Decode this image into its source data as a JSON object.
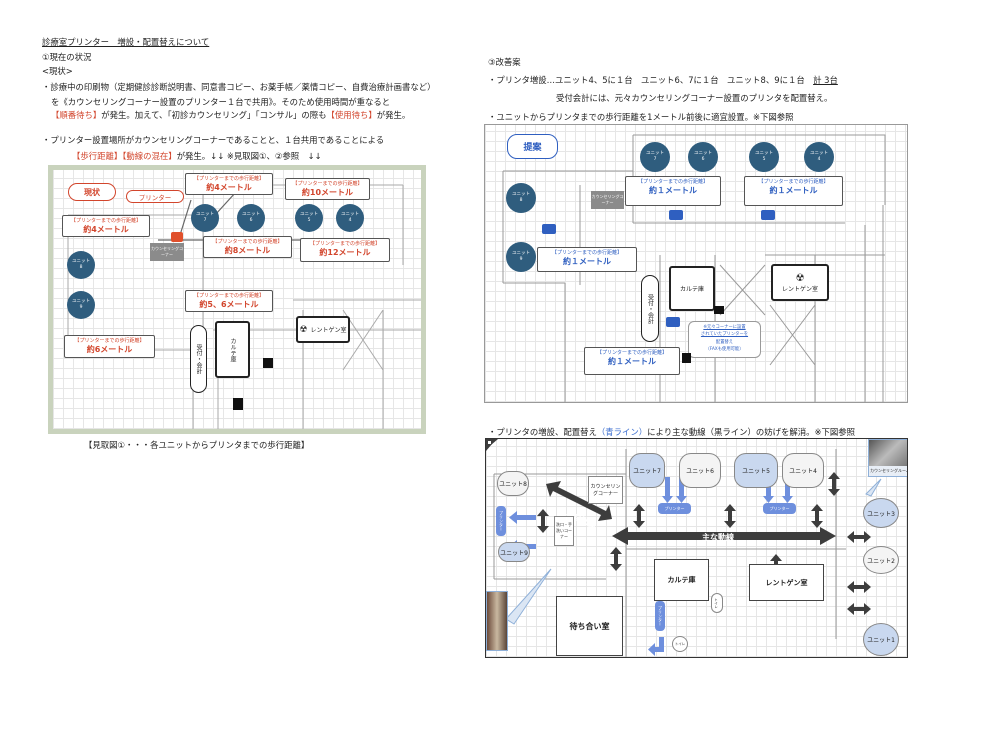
{
  "title": "診療室プリンター　増設・配置替えについて",
  "left": {
    "section1": "①現在の状況",
    "sub": "<現状>",
    "p1_line1": "・診療中の印刷物（定期健診診断説明書、同意書コピー、お薬手帳／薬情コピー、自費治療計画書など）",
    "p1_line2": "を《カウンセリングコーナー設置のプリンター１台で共用》。そのため使用時間が重なると",
    "p1_line3a": "【順番待ち】",
    "p1_line3b": "が発生。加えて、「初診カウンセリング」「コンサル」の際も",
    "p1_line3c": "【使用待ち】",
    "p1_line3d": "が発生。",
    "p2_line1": "・プリンター設置場所がカウンセリングコーナーであることと、１台共用であることによる",
    "p2_line2a": "【歩行距離】【動線の混在】",
    "p2_line2b": "が発生。↓↓ ※見取図①、②参照　↓↓",
    "caption": "【見取図①・・・各ユニットからプリンタまでの歩行距離】"
  },
  "plan1": {
    "badge": "現状",
    "printer_label": "プリンター",
    "counsel": "カウンセリングコーナー",
    "callout_head": "【プリンターまでの歩行距離】",
    "d_u7": "約4メートル",
    "d_u5": "約10メートル",
    "d_u8": "約4メートル",
    "d_u6": "約8メートル",
    "d_u4": "約12メートル",
    "d_reception": "約5、6メートル",
    "d_u9": "約6メートル",
    "units": {
      "u7": "ユニット\n7",
      "u6": "ユニット\n6",
      "u5": "ユニット\n5",
      "u4": "ユニット\n4",
      "u8": "ユニット\n8",
      "u9": "ユニット\n9"
    },
    "reception": "受付・会計",
    "karte": "カルテ庫",
    "xray": "レントゲン室",
    "accent": "#d2452c"
  },
  "right": {
    "section3": "③改善案",
    "line1a": "・プリンタ増設…ユニット4、5に１台　ユニット6、7に１台　ユニット8、9に１台　",
    "line1b": "計 3台",
    "line2": "受付会計には、元々カウンセリングコーナー設置のプリンタを配置替え。",
    "line3": "・ユニットからプリンタまでの歩行距離を1メートル前後に適宜設置。※下図参照",
    "line4a": "・プリンタの増設、配置替え",
    "line4b": "（青ライン）",
    "line4c": "により主な動線（黒ライン）の妨げを解消。※下図参照"
  },
  "plan2": {
    "badge": "提案",
    "callout_head": "【プリンターまでの歩行距離】",
    "distance": "約１メートル",
    "counsel": "カウンセリングコーナー",
    "reception": "受付・会計",
    "karte": "カルテ庫",
    "xray": "レントゲン室",
    "note1": "※元々コーナーに設置",
    "note2": "されていたプリンターを",
    "note3": "配置替え",
    "note4": "（FAXも使用可能）",
    "accent": "#2f5fc0"
  },
  "plan3": {
    "units": [
      "ユニット8",
      "ユニット9",
      "ユニット7",
      "ユニット6",
      "ユニット5",
      "ユニット4",
      "ユニット3",
      "ユニット2",
      "ユニット1"
    ],
    "printer": "プリンター",
    "main_flow": "主な動線",
    "counsel": "カウンセリングコーナー",
    "wash": "洗口・手洗いコーナー",
    "waiting": "待ち合い室",
    "karte": "カルテ庫",
    "xray": "レントゲン室",
    "toilet": "トイレ",
    "photo_label": "カウンセリングルーム"
  }
}
